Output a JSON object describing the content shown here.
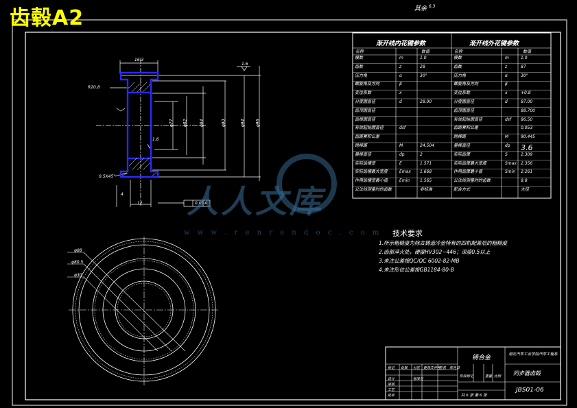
{
  "sheet_label": "齿毂A2",
  "top_note": "其余",
  "top_note_symbol": "6.3",
  "internal_spline_header": "渐开线内花键参数",
  "external_spline_header": "渐开线外花键参数",
  "col_headers": {
    "left_name": "名称",
    "left_value": "数值",
    "right_name": "名称",
    "right_value": "数值"
  },
  "param_rows_left": [
    {
      "name": "模数",
      "sym": "m",
      "val": "1.0"
    },
    {
      "name": "齿数",
      "sym": "z",
      "val": "28"
    },
    {
      "name": "压力角",
      "sym": "α",
      "val": "30°"
    },
    {
      "name": "螺旋角及方向",
      "sym": "β",
      "val": ""
    },
    {
      "name": "变位系数",
      "sym": "x",
      "val": ""
    },
    {
      "name": "分度圆直径",
      "sym": "d",
      "val": "28.00"
    },
    {
      "name": "齿顶圆直径",
      "sym": "",
      "val": ""
    },
    {
      "name": "齿根圆直径",
      "sym": "",
      "val": ""
    },
    {
      "name": "有效起始圆直径",
      "sym": "dsf",
      "val": ""
    },
    {
      "name": "齿距累积公差",
      "sym": "",
      "val": ""
    },
    {
      "name": "跨棒距",
      "sym": "M",
      "val": "24.504"
    },
    {
      "name": "量棒直径",
      "sym": "dp",
      "val": "2"
    },
    {
      "name": "实际齿槽宽",
      "sym": "E",
      "val": "1.571"
    },
    {
      "name": "实际齿槽最大宽度",
      "sym": "Emax",
      "val": "1.668"
    },
    {
      "name": "作用齿槽宽最小值",
      "sym": "Emin",
      "val": "1.565"
    },
    {
      "name": "公法线测量时的齿数",
      "sym": "",
      "val": "非标准"
    }
  ],
  "param_rows_right": [
    {
      "name": "模数",
      "sym": "m",
      "val": "1.0"
    },
    {
      "name": "齿数",
      "sym": "z",
      "val": "87"
    },
    {
      "name": "压力角",
      "sym": "α",
      "val": "30°"
    },
    {
      "name": "螺旋角及方向",
      "sym": "β",
      "val": ""
    },
    {
      "name": "变位系数",
      "sym": "x",
      "val": "+0.8"
    },
    {
      "name": "分度圆直径",
      "sym": "d",
      "val": "87.00"
    },
    {
      "name": "齿顶圆直径",
      "sym": "",
      "val": "88.700"
    },
    {
      "name": "有效起始圆直径",
      "sym": "dsf",
      "val": "86.50"
    },
    {
      "name": "齿距累积公差",
      "sym": "",
      "val": "0.053"
    },
    {
      "name": "跨棒距",
      "sym": "M",
      "val": "90.445"
    },
    {
      "name": "量棒直径",
      "sym": "dp",
      "val": "3.6"
    },
    {
      "name": "实际齿厚",
      "sym": "S",
      "val": "2.309"
    },
    {
      "name": "实际齿厚最大宽度",
      "sym": "Smax",
      "val": "2.356"
    },
    {
      "name": "作用齿厚最小值",
      "sym": "Smin",
      "val": "2.261"
    },
    {
      "name": "公法线测量时的齿数",
      "sym": "",
      "val": "8.8"
    },
    {
      "name": "配合方式",
      "sym": "",
      "val": "大径"
    }
  ],
  "tech_requirements": {
    "title": "技术要求",
    "items": [
      "1.所示粗糙度为除去铸造冷金特有的四机配差后的粗糙度",
      "2.齿部淬火处，硬度HV302~446；深度0.5以上",
      "3.未注公差按QC/QC 6002-82-MB",
      "4.未注形位公差按GB1184-80-B"
    ]
  },
  "side_dims": {
    "top_width": "16.3",
    "chamfer": "R20.8",
    "rough": "1.6",
    "phi1": "φ77",
    "phi2": "φ82",
    "phi3": "φ84",
    "phi4": "φ90",
    "phi5": "φ94",
    "phi6": "φ96",
    "bottom_width": "12",
    "bottom_small": "4",
    "tol_value": "0.05",
    "tol_datum": "A",
    "rough_top": "1.6",
    "chamfer_bottom": "0.5X45°"
  },
  "front_dims": [
    "φ88",
    "φ80.5",
    "φ30"
  ],
  "watermark": {
    "text": "人人文库",
    "url": "w w w . r e n r e n d o c . c o m"
  },
  "title_block": {
    "material": "铸合金",
    "company": "湖北汽车工业学院汽车工程系",
    "part_name": "同步器齿毂",
    "drawing_no": "JBS01-06",
    "sheet_info": "共 6 张   第 6 张",
    "rows": [
      "标记",
      "处数",
      "分区",
      "更改文件号",
      "签名",
      "年月日"
    ],
    "roles": [
      "设计",
      "审核",
      "工艺",
      "批准"
    ],
    "std_label": "标准化",
    "stage_label": "阶段标记",
    "weight_label": "重量",
    "scale_label": "比例"
  }
}
